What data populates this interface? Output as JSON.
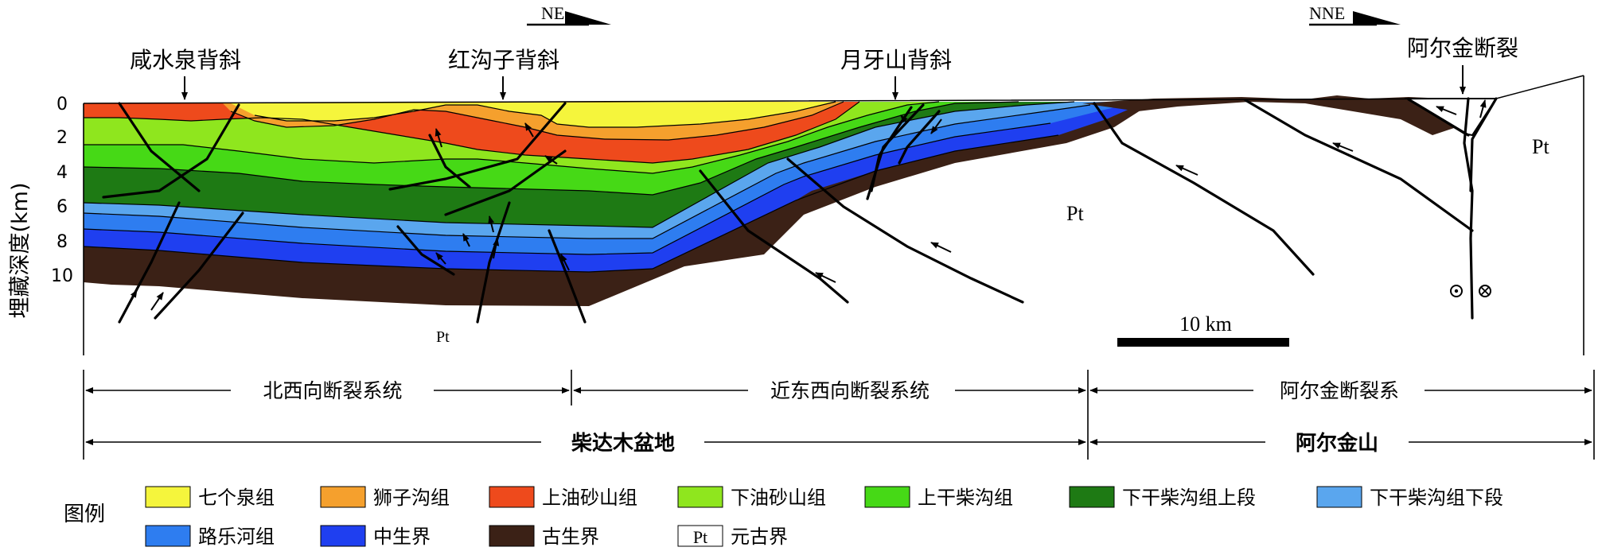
{
  "orientation": {
    "left": "NE",
    "right": "NNE"
  },
  "structures": {
    "xianshuiquan": "咸水泉背斜",
    "honggouzi": "红沟子背斜",
    "yueyashan": "月牙山背斜",
    "altyn_fault": "阿尔金断裂"
  },
  "y_axis": {
    "label": "埋藏深度(km)",
    "ticks": [
      "0",
      "2",
      "4",
      "6",
      "8",
      "10"
    ]
  },
  "rock_labels": [
    "Pt",
    "Pt",
    "Pt"
  ],
  "scale_bar": {
    "label": "10 km"
  },
  "fault_systems": [
    "北西向断裂系统",
    "近东西向断裂系统",
    "阿尔金断裂系"
  ],
  "regions": [
    "柴达木盆地",
    "阿尔金山"
  ],
  "legend": {
    "title": "图例",
    "items": [
      {
        "label": "七个泉组",
        "color": "#f5f53c"
      },
      {
        "label": "狮子沟组",
        "color": "#f5a02d"
      },
      {
        "label": "上油砂山组",
        "color": "#ee4a1c"
      },
      {
        "label": "下油砂山组",
        "color": "#8fe61e"
      },
      {
        "label": "上干柴沟组",
        "color": "#46d916"
      },
      {
        "label": "下干柴沟组上段",
        "color": "#1e7a14"
      },
      {
        "label": "下干柴沟组下段",
        "color": "#5aa6ee"
      },
      {
        "label": "路乐河组",
        "color": "#2e7df0"
      },
      {
        "label": "中生界",
        "color": "#1f3ff0"
      },
      {
        "label": "古生界",
        "color": "#3b2116"
      },
      {
        "label": "元古界",
        "color": "#ffffff",
        "symbol": "Pt"
      }
    ]
  }
}
